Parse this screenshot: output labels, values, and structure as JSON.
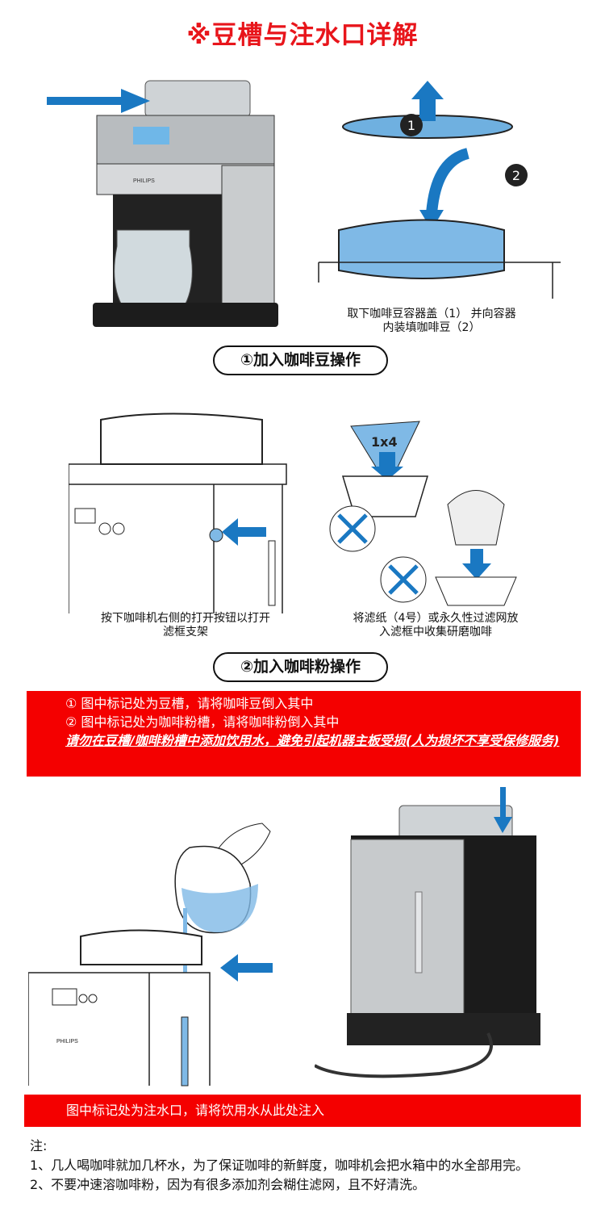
{
  "title": "※豆槽与注水口详解",
  "section1": {
    "caption_line1": "取下咖啡豆容器盖（1） 并向容器",
    "caption_line2": "内装填咖啡豆（2）",
    "step1_marker": "1",
    "step2_marker": "2",
    "brand": "PHILIPS",
    "button_label": "①加入咖啡豆操作"
  },
  "section2": {
    "left_caption_line1": "按下咖啡机右侧的打开按钮以打开",
    "left_caption_line2": "滤框支架",
    "right_caption_line1": "将滤纸（4号）或永久性过滤网放",
    "right_caption_line2": "入滤框中收集研磨咖啡",
    "filter_label": "1x4",
    "button_label": "②加入咖啡粉操作"
  },
  "notice": {
    "line1": "① 图中标记处为豆槽，请将咖啡豆倒入其中",
    "line2": "② 图中标记处为咖啡粉槽，请将咖啡粉倒入其中",
    "warning": "请勿在豆槽/咖啡粉槽中添加饮用水，避免引起机器主板受损(人为损坏不享受保修服务)"
  },
  "section3": {
    "brand": "PHILIPS",
    "banner": "图中标记处为注水口，请将饮用水从此处注入"
  },
  "notes": {
    "heading": "注:",
    "items": [
      "1、几人喝咖啡就加几杯水，为了保证咖啡的新鲜度，咖啡机会把水箱中的水全部用完。",
      "2、不要冲速溶咖啡粉，因为有很多添加剂会糊住滤网，且不好清洗。"
    ]
  },
  "colors": {
    "red": "#f40000",
    "title_red": "#e8151b",
    "arrow_blue": "#1a78c2"
  }
}
